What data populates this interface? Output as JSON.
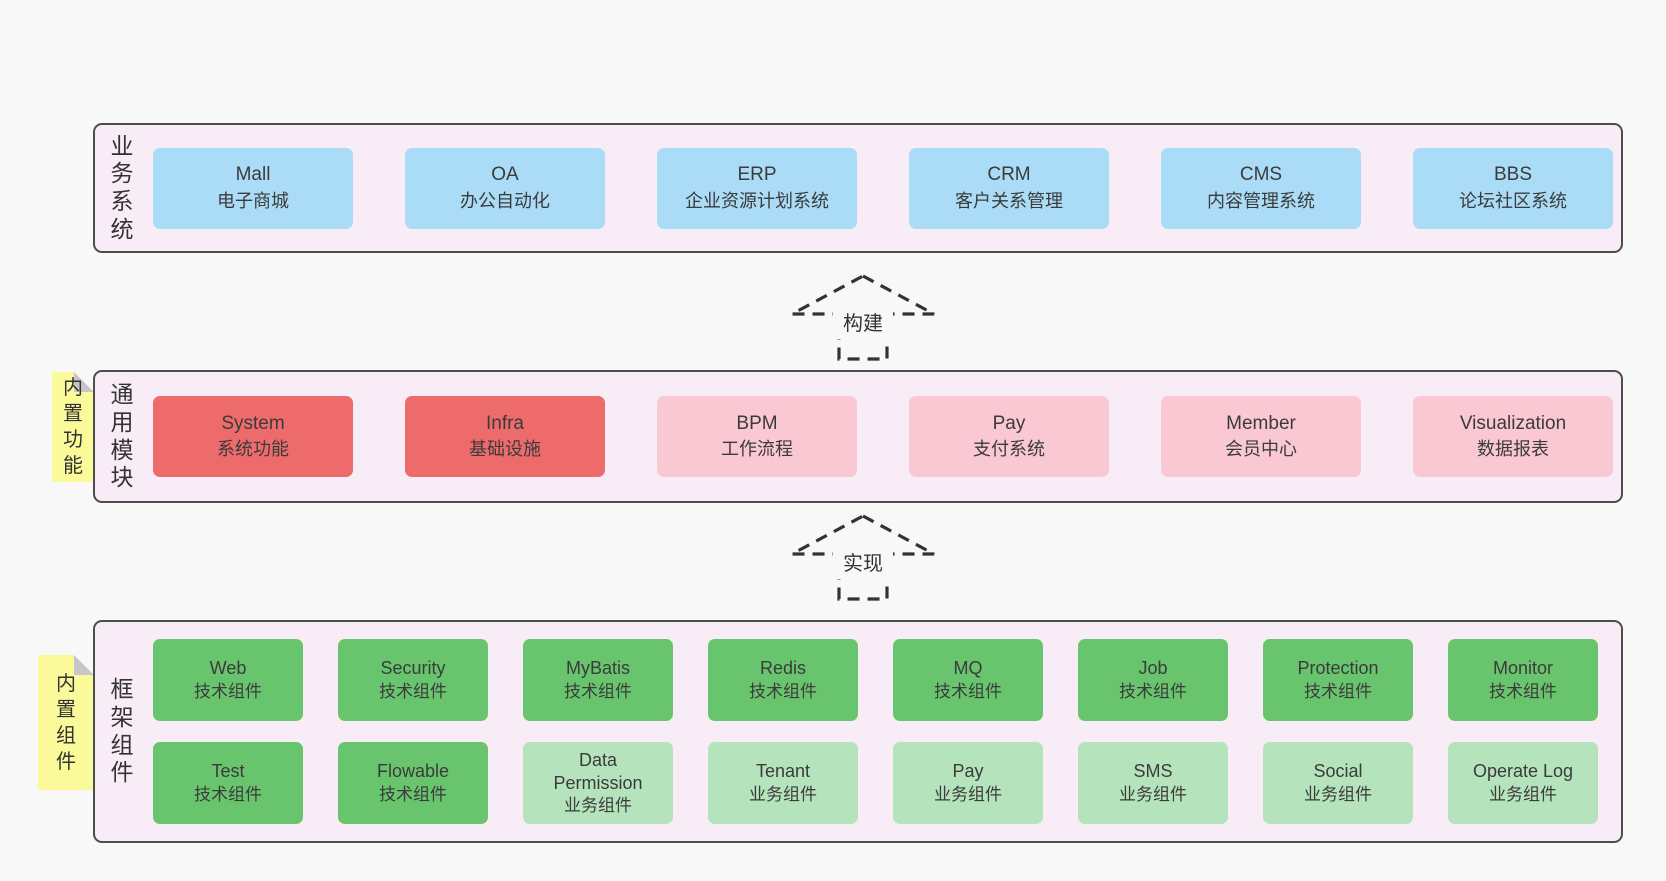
{
  "diagram": {
    "layers": {
      "business": {
        "label": "业务系统",
        "boxes": [
          {
            "name": "Mall",
            "desc": "电子商城"
          },
          {
            "name": "OA",
            "desc": "办公自动化"
          },
          {
            "name": "ERP",
            "desc": "企业资源计划系统"
          },
          {
            "name": "CRM",
            "desc": "客户关系管理"
          },
          {
            "name": "CMS",
            "desc": "内容管理系统"
          },
          {
            "name": "BBS",
            "desc": "论坛社区系统"
          }
        ]
      },
      "modules": {
        "label": "通用模块",
        "note": "内置功能",
        "boxes": [
          {
            "name": "System",
            "desc": "系统功能",
            "variant": "red"
          },
          {
            "name": "Infra",
            "desc": "基础设施",
            "variant": "red"
          },
          {
            "name": "BPM",
            "desc": "工作流程",
            "variant": "pink"
          },
          {
            "name": "Pay",
            "desc": "支付系统",
            "variant": "pink"
          },
          {
            "name": "Member",
            "desc": "会员中心",
            "variant": "pink"
          },
          {
            "name": "Visualization",
            "desc": "数据报表",
            "variant": "pink"
          }
        ]
      },
      "framework": {
        "label": "框架组件",
        "note": "内置组件",
        "row1": [
          {
            "name": "Web",
            "desc": "技术组件",
            "variant": "green"
          },
          {
            "name": "Security",
            "desc": "技术组件",
            "variant": "green"
          },
          {
            "name": "MyBatis",
            "desc": "技术组件",
            "variant": "green"
          },
          {
            "name": "Redis",
            "desc": "技术组件",
            "variant": "green"
          },
          {
            "name": "MQ",
            "desc": "技术组件",
            "variant": "green"
          },
          {
            "name": "Job",
            "desc": "技术组件",
            "variant": "green"
          },
          {
            "name": "Protection",
            "desc": "技术组件",
            "variant": "green"
          },
          {
            "name": "Monitor",
            "desc": "技术组件",
            "variant": "green"
          }
        ],
        "row2": [
          {
            "name": "Test",
            "desc": "技术组件",
            "variant": "green"
          },
          {
            "name": "Flowable",
            "desc": "技术组件",
            "variant": "green"
          },
          {
            "name": "Data Permission",
            "desc": "业务组件",
            "variant": "lightgreen"
          },
          {
            "name": "Tenant",
            "desc": "业务组件",
            "variant": "lightgreen"
          },
          {
            "name": "Pay",
            "desc": "业务组件",
            "variant": "lightgreen"
          },
          {
            "name": "SMS",
            "desc": "业务组件",
            "variant": "lightgreen"
          },
          {
            "name": "Social",
            "desc": "业务组件",
            "variant": "lightgreen"
          },
          {
            "name": "Operate Log",
            "desc": "业务组件",
            "variant": "lightgreen"
          }
        ]
      }
    },
    "arrows": [
      {
        "label": "构建"
      },
      {
        "label": "实现"
      }
    ],
    "colors": {
      "page_bg": "#f8f8f8",
      "panel_bg": "#f8edf7",
      "panel_border": "#4d4d4d",
      "box_blue": "#aadcf7",
      "box_red": "#ee6b6b",
      "box_pink": "#f9c8d3",
      "box_green": "#68c56e",
      "box_light_green": "#b5e3bb",
      "note_yellow": "#fafa9b",
      "note_fold": "#c6c6ca",
      "text": "#3b3b3b",
      "arrow_stroke": "#333333"
    }
  }
}
